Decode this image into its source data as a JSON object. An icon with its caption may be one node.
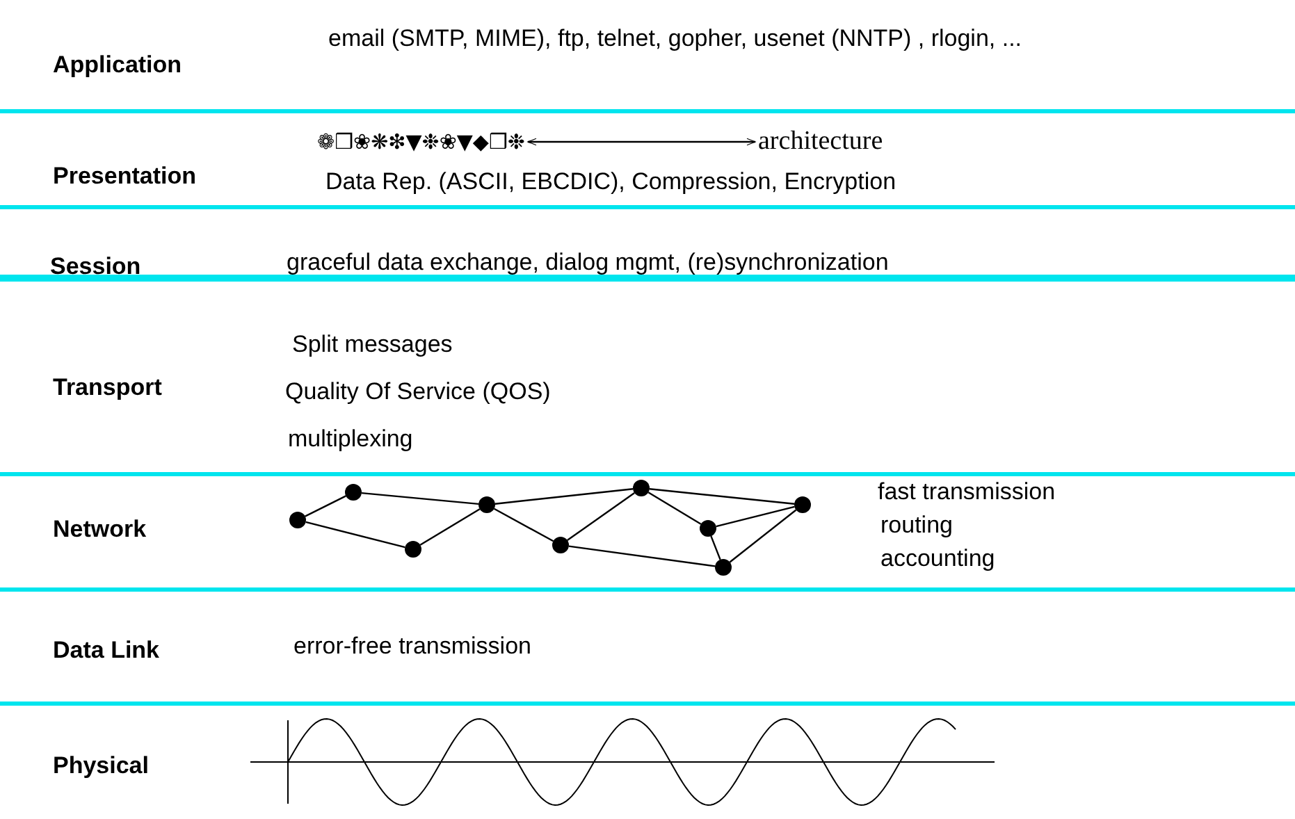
{
  "diagram": {
    "nodes": [
      {
        "text": [
          "❁❒❀❋❇▼❉❀▼◆❒❉"
        ]
      },
      {
        "text": [
          "architecture"
        ]
      },
      {
        "text": [],
        "shape": "circle"
      },
      {
        "text": [],
        "shape": "circle"
      },
      {
        "text": [],
        "shape": "circle"
      },
      {
        "text": [],
        "shape": "circle"
      },
      {
        "text": [],
        "shape": "circle"
      },
      {
        "text": [],
        "shape": "circle"
      },
      {
        "text": [],
        "shape": "circle"
      },
      {
        "text": [],
        "shape": "circle"
      },
      {
        "text": [],
        "shape": "circle"
      }
    ],
    "edges": [
      {
        "from": 0,
        "to": 1,
        "arrow": "both"
      },
      {
        "from": 2,
        "to": 3,
        "arrow": "none"
      },
      {
        "from": 2,
        "to": 4,
        "arrow": "none"
      },
      {
        "from": 3,
        "to": 5,
        "arrow": "none"
      },
      {
        "from": 4,
        "to": 5,
        "arrow": "none"
      },
      {
        "from": 5,
        "to": 7,
        "arrow": "none"
      },
      {
        "from": 5,
        "to": 6,
        "arrow": "none"
      },
      {
        "from": 6,
        "to": 7,
        "arrow": "none"
      },
      {
        "from": 6,
        "to": 9,
        "arrow": "none"
      },
      {
        "from": 7,
        "to": 8,
        "arrow": "none"
      },
      {
        "from": 7,
        "to": 10,
        "arrow": "none"
      },
      {
        "from": 8,
        "to": 10,
        "arrow": "none"
      },
      {
        "from": 8,
        "to": 9,
        "arrow": "none"
      },
      {
        "from": 9,
        "to": 10,
        "arrow": "none"
      }
    ],
    "labels": [
      "Application",
      "email (SMTP, MIME), ftp, telnet, gopher,  usenet (NNTP) , rlogin, ...",
      "Presentation",
      "Data Rep. (ASCII, EBCDIC), Compression, Encryption",
      "Session",
      "graceful data exchange, dialog  mgmt, (re)synchronization",
      "Transport",
      "Split messages",
      "Quality Of Service (QOS)",
      "multiplexing",
      "Network",
      "fast transmission",
      "routing",
      "accounting",
      "Data Link",
      "error-free transmission",
      "Physical"
    ]
  }
}
